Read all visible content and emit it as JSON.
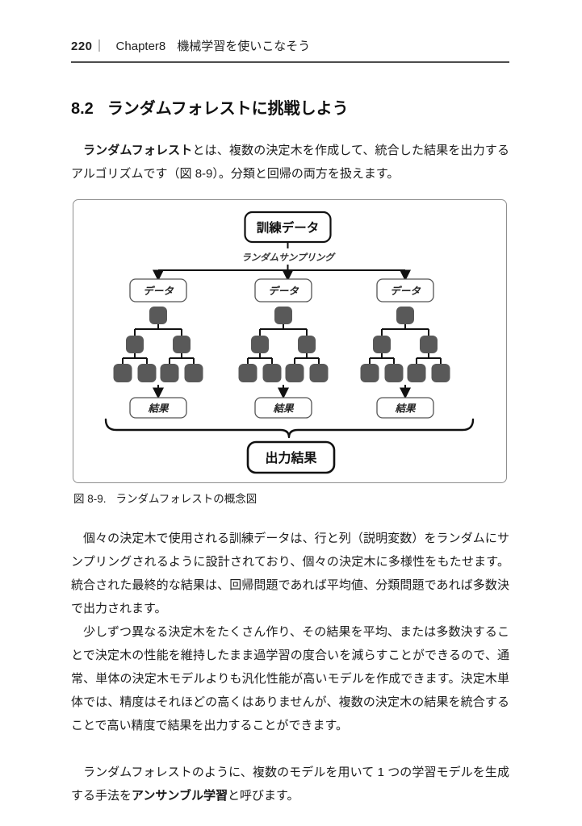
{
  "header": {
    "page_number": "220",
    "separator": "｜",
    "chapter": "Chapter8",
    "chapter_title": "機械学習を使いこなそう"
  },
  "section": {
    "number": "8.2",
    "title": "ランダムフォレストに挑戦しよう"
  },
  "paragraphs": {
    "p1_bold": "ランダムフォレスト",
    "p1_rest": "とは、複数の決定木を作成して、統合した結果を出力するアルゴリズムです（図 8-9）。分類と回帰の両方を扱えます。",
    "p2": "個々の決定木で使用される訓練データは、行と列（説明変数）をランダムにサンプリングされるように設計されており、個々の決定木に多様性をもたせます。統合された最終的な結果は、回帰問題であれば平均値、分類問題であれば多数決で出力されます。",
    "p3": "少しずつ異なる決定木をたくさん作り、その結果を平均、または多数決することで決定木の性能を維持したまま過学習の度合いを減らすことができるので、通常、単体の決定木モデルよりも汎化性能が高いモデルを作成できます。決定木単体では、精度はそれほどの高くはありませんが、複数の決定木の結果を統合することで高い精度で結果を出力することができます。",
    "p4_pre": "ランダムフォレストのように、複数のモデルを用いて 1 つの学習モデルを生成する手法を",
    "p4_bold": "アンサンブル学習",
    "p4_post": "と呼びます。"
  },
  "figure": {
    "caption_label": "図 8-9.",
    "caption_text": "ランダムフォレストの概念図",
    "diagram": {
      "training_data_label": "訓練データ",
      "sampling_label": "ランダムサンプリング",
      "data_label": "データ",
      "result_label": "結果",
      "output_label": "出力結果",
      "tree_count": 3,
      "colors": {
        "node_fill": "#595959",
        "line": "#111111",
        "thin_box_border": "#555555",
        "frame_border": "#8f8f8f"
      }
    }
  }
}
